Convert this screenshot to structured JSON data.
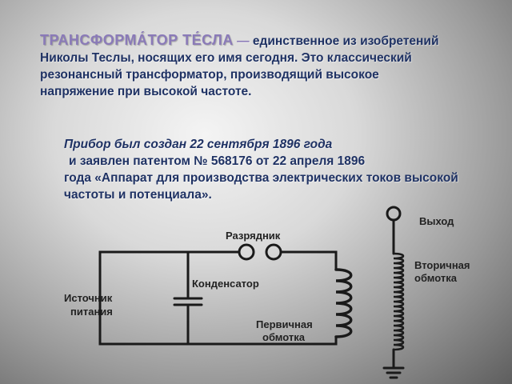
{
  "heading": {
    "term": "ТРАНСФОРМА́ТОР ТЕ́СЛА",
    "dash": " — ",
    "text": "единственное из изобретений Николы Теслы, носящих его имя сегодня. Это классический резонансный трансформатор, производящий высокое напряжение при высокой частоте."
  },
  "details": {
    "line1": "Прибор был создан 22 сентября 1896 года",
    "line2": "и заявлен патентом № 568176 от 22 апреля 1896",
    "line3": "года «Аппарат для производства электрических токов высокой частоты и потенциала»."
  },
  "diagram": {
    "labels": {
      "source": [
        "Источник",
        "питания"
      ],
      "capacitor": "Конденсатор",
      "spark_gap": "Разрядник",
      "primary": [
        "Первичная",
        "обмотка"
      ],
      "secondary": [
        "Вторичная",
        "обмотка"
      ],
      "output": "Выход"
    }
  }
}
